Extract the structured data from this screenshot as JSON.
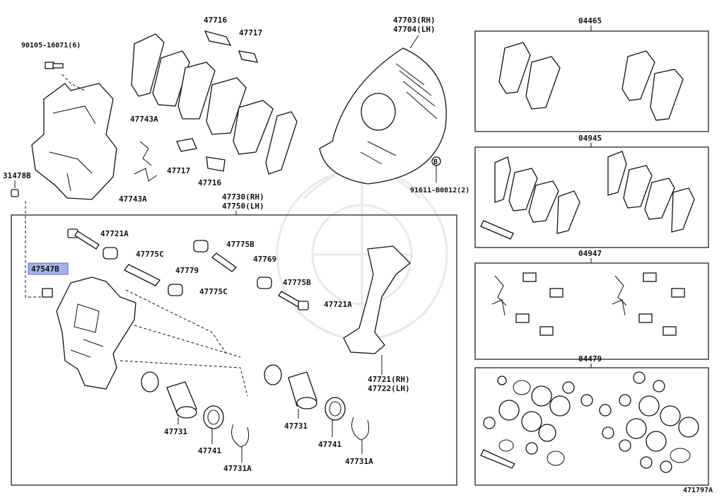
{
  "diagram": {
    "labels": {
      "bolt_90105": "90105-16071(6)",
      "shim_47716_top": "47716",
      "shim_47717_top": "47717",
      "shield_rh": "47703(RH)",
      "shield_lh": "47704(LH)",
      "kit_04465": "04465",
      "spring_47743a_top": "47743A",
      "clip_47717_mid": "47717",
      "clip_47716_mid": "47716",
      "spring_47743a_bottom": "47743A",
      "plug_31478b": "31478B",
      "kit_04945": "04945",
      "bolt_91611": "91611-B0812(2)",
      "caliper_rh": "47730(RH)",
      "caliper_lh": "47750(LH)",
      "bolt_47721a_top": "47721A",
      "boot_47775b_top": "47775B",
      "bleeder_47547b": "47547B",
      "boot_47775c_top": "47775C",
      "pin_47769": "47769",
      "pin_47779": "47779",
      "boot_47775b_mid": "47775B",
      "boot_47775c_mid": "47775C",
      "bolt_47721a_mid": "47721A",
      "kit_04947": "04947",
      "mount_rh": "47721(RH)",
      "mount_lh": "47722(LH)",
      "kit_04479": "04479",
      "piston_left": "47731",
      "piston_right": "47731",
      "seal_left": "47741",
      "seal_right": "47741",
      "ring_left": "47731A",
      "ring_right": "47731A",
      "ref_b": "B",
      "diagram_id": "471797A"
    },
    "highlight_color": "#9fb3e8"
  }
}
